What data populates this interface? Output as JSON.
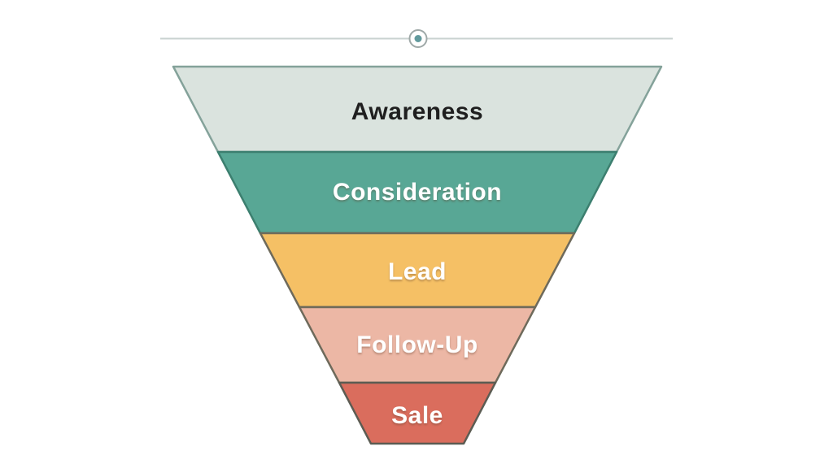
{
  "page": {
    "background": "#ffffff"
  },
  "divider": {
    "line_color": "#c9d2d0",
    "ring_color": "#9fa9a8",
    "ring_fill": "#ffffff",
    "dot_color": "#629a9d"
  },
  "funnel": {
    "type": "funnel",
    "orientation": "wide-top-narrow-bottom",
    "stages": [
      {
        "label": "Awareness",
        "fill": "#dae3de",
        "stroke": "#84a29a",
        "text_color": "#1f1f1f"
      },
      {
        "label": "Consideration",
        "fill": "#58a795",
        "stroke": "#3c7f6f",
        "text_color": "#ffffff"
      },
      {
        "label": "Lead",
        "fill": "#f5c065",
        "stroke": "#6e6a5b",
        "text_color": "#ffffff"
      },
      {
        "label": "Follow-Up",
        "fill": "#ecb7a5",
        "stroke": "#6e6a5b",
        "text_color": "#ffffff"
      },
      {
        "label": "Sale",
        "fill": "#da6d5d",
        "stroke": "#5c5c53",
        "text_color": "#ffffff"
      }
    ]
  }
}
